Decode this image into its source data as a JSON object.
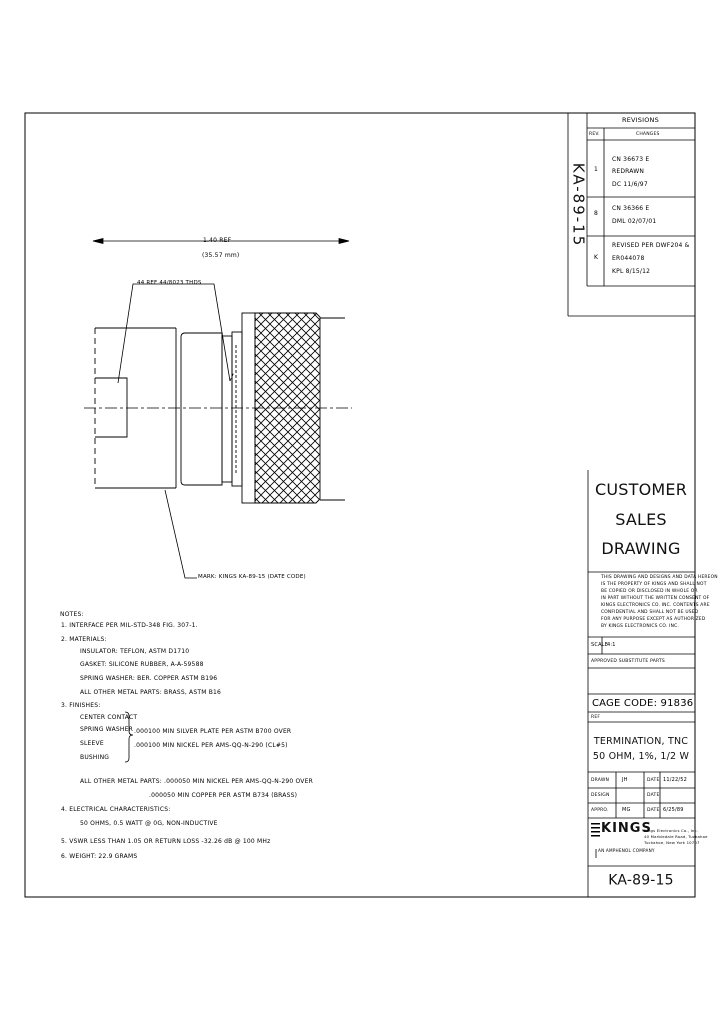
{
  "revisions": {
    "title": "REVISIONS",
    "col_rev": "REV.",
    "col_changes": "CHANGES",
    "rows": [
      {
        "rev": "1",
        "lines": [
          "CN 36673 E",
          "REDRAWN",
          "DC  11/6/97"
        ]
      },
      {
        "rev": "8",
        "lines": [
          "CN 36366 E",
          "DML  02/07/01"
        ]
      },
      {
        "rev": "K",
        "lines": [
          "REVISED PER DWF204 &",
          "ER044078",
          "KPL      8/15/12"
        ]
      }
    ],
    "side_part_number": "KA-89-15"
  },
  "drawing": {
    "length_dim": "1.40 REF",
    "length_dim_metric": "(35.57 mm)",
    "thread_label": "44 REF 44/8023 THDS",
    "marking_label": "MARK: KINGS KA-89-15 (DATE CODE)"
  },
  "notes": {
    "heading": "NOTES:",
    "lines": [
      "1. INTERFACE PER MIL-STD-348 FIG. 307-1.",
      "2. MATERIALS:",
      "INSULATOR: TEFLON, ASTM D1710",
      "GASKET: SILICONE RUBBER, A-A-59588",
      "SPRING WASHER: BER. COPPER ASTM B196",
      "ALL OTHER METAL PARTS: BRASS, ASTM B16",
      "3. FINISHES:",
      "CENTER CONTACT",
      "SPRING WASHER",
      "SLEEVE",
      "BUSHING",
      ".000100 MIN SILVER PLATE PER ASTM B700 OVER",
      ".000100 MIN NICKEL PER AMS-QQ-N-290 (CL#5)",
      "ALL OTHER METAL PARTS: .000050 MIN NICKEL PER AMS-QQ-N-290 OVER",
      ".000050 MIN COPPER PER ASTM B734 (BRASS)",
      "4. ELECTRICAL CHARACTERISTICS:",
      "50 OHMS, 0.5 WATT @ 0G, NON-INDUCTIVE",
      "5. VSWR LESS THAN 1.05 OR RETURN LOSS -32.26 dB @ 100 MHz",
      "6. WEIGHT: 22.9 GRAMS"
    ]
  },
  "title_block": {
    "customer_sales": [
      "CUSTOMER",
      "SALES",
      "DRAWING"
    ],
    "proprietary": [
      "THIS DRAWING AND DESIGNS AND DATA HEREON",
      "IS THE PROPERTY OF KINGS AND SHALL NOT",
      "BE COPIED OR DISCLOSED IN WHOLE OR",
      "IN PART WITHOUT THE WRITTEN CONSENT OF",
      "KINGS ELECTRONICS CO. INC. CONTENTS ARE",
      "CONFIDENTIAL AND SHALL NOT BE USED",
      "FOR ANY PURPOSE EXCEPT AS AUTHORIZED",
      "BY KINGS ELECTRONICS CO. INC."
    ],
    "scale_label": "SCALE",
    "scale_value": "4:1",
    "approval": "APPROVED SUBSTITUTE PARTS",
    "cage_code": "CAGE CODE: 91836",
    "ref_label": "REF",
    "part_title": [
      "TERMINATION, TNC",
      "50 OHM, 1%, 1/2 W"
    ],
    "rows": [
      {
        "l1": "DRAWN",
        "v1": "JH",
        "l2": "DATE",
        "v2": "11/22/52"
      },
      {
        "l1": "DESIGN",
        "v1": "",
        "l2": "DATE",
        "v2": ""
      },
      {
        "l1": "APPRO.",
        "v1": "MG",
        "l2": "DATE",
        "v2": "6/25/89"
      }
    ],
    "logo_text": "KINGS",
    "logo_sub": "AN AMPHENOL COMPANY",
    "company_lines": [
      "Kings Electronics Co., Inc.",
      "40 Marbledale Road, Tuckahoe",
      "Tuckahoe, New York 10707"
    ],
    "part_number": "KA-89-15"
  }
}
